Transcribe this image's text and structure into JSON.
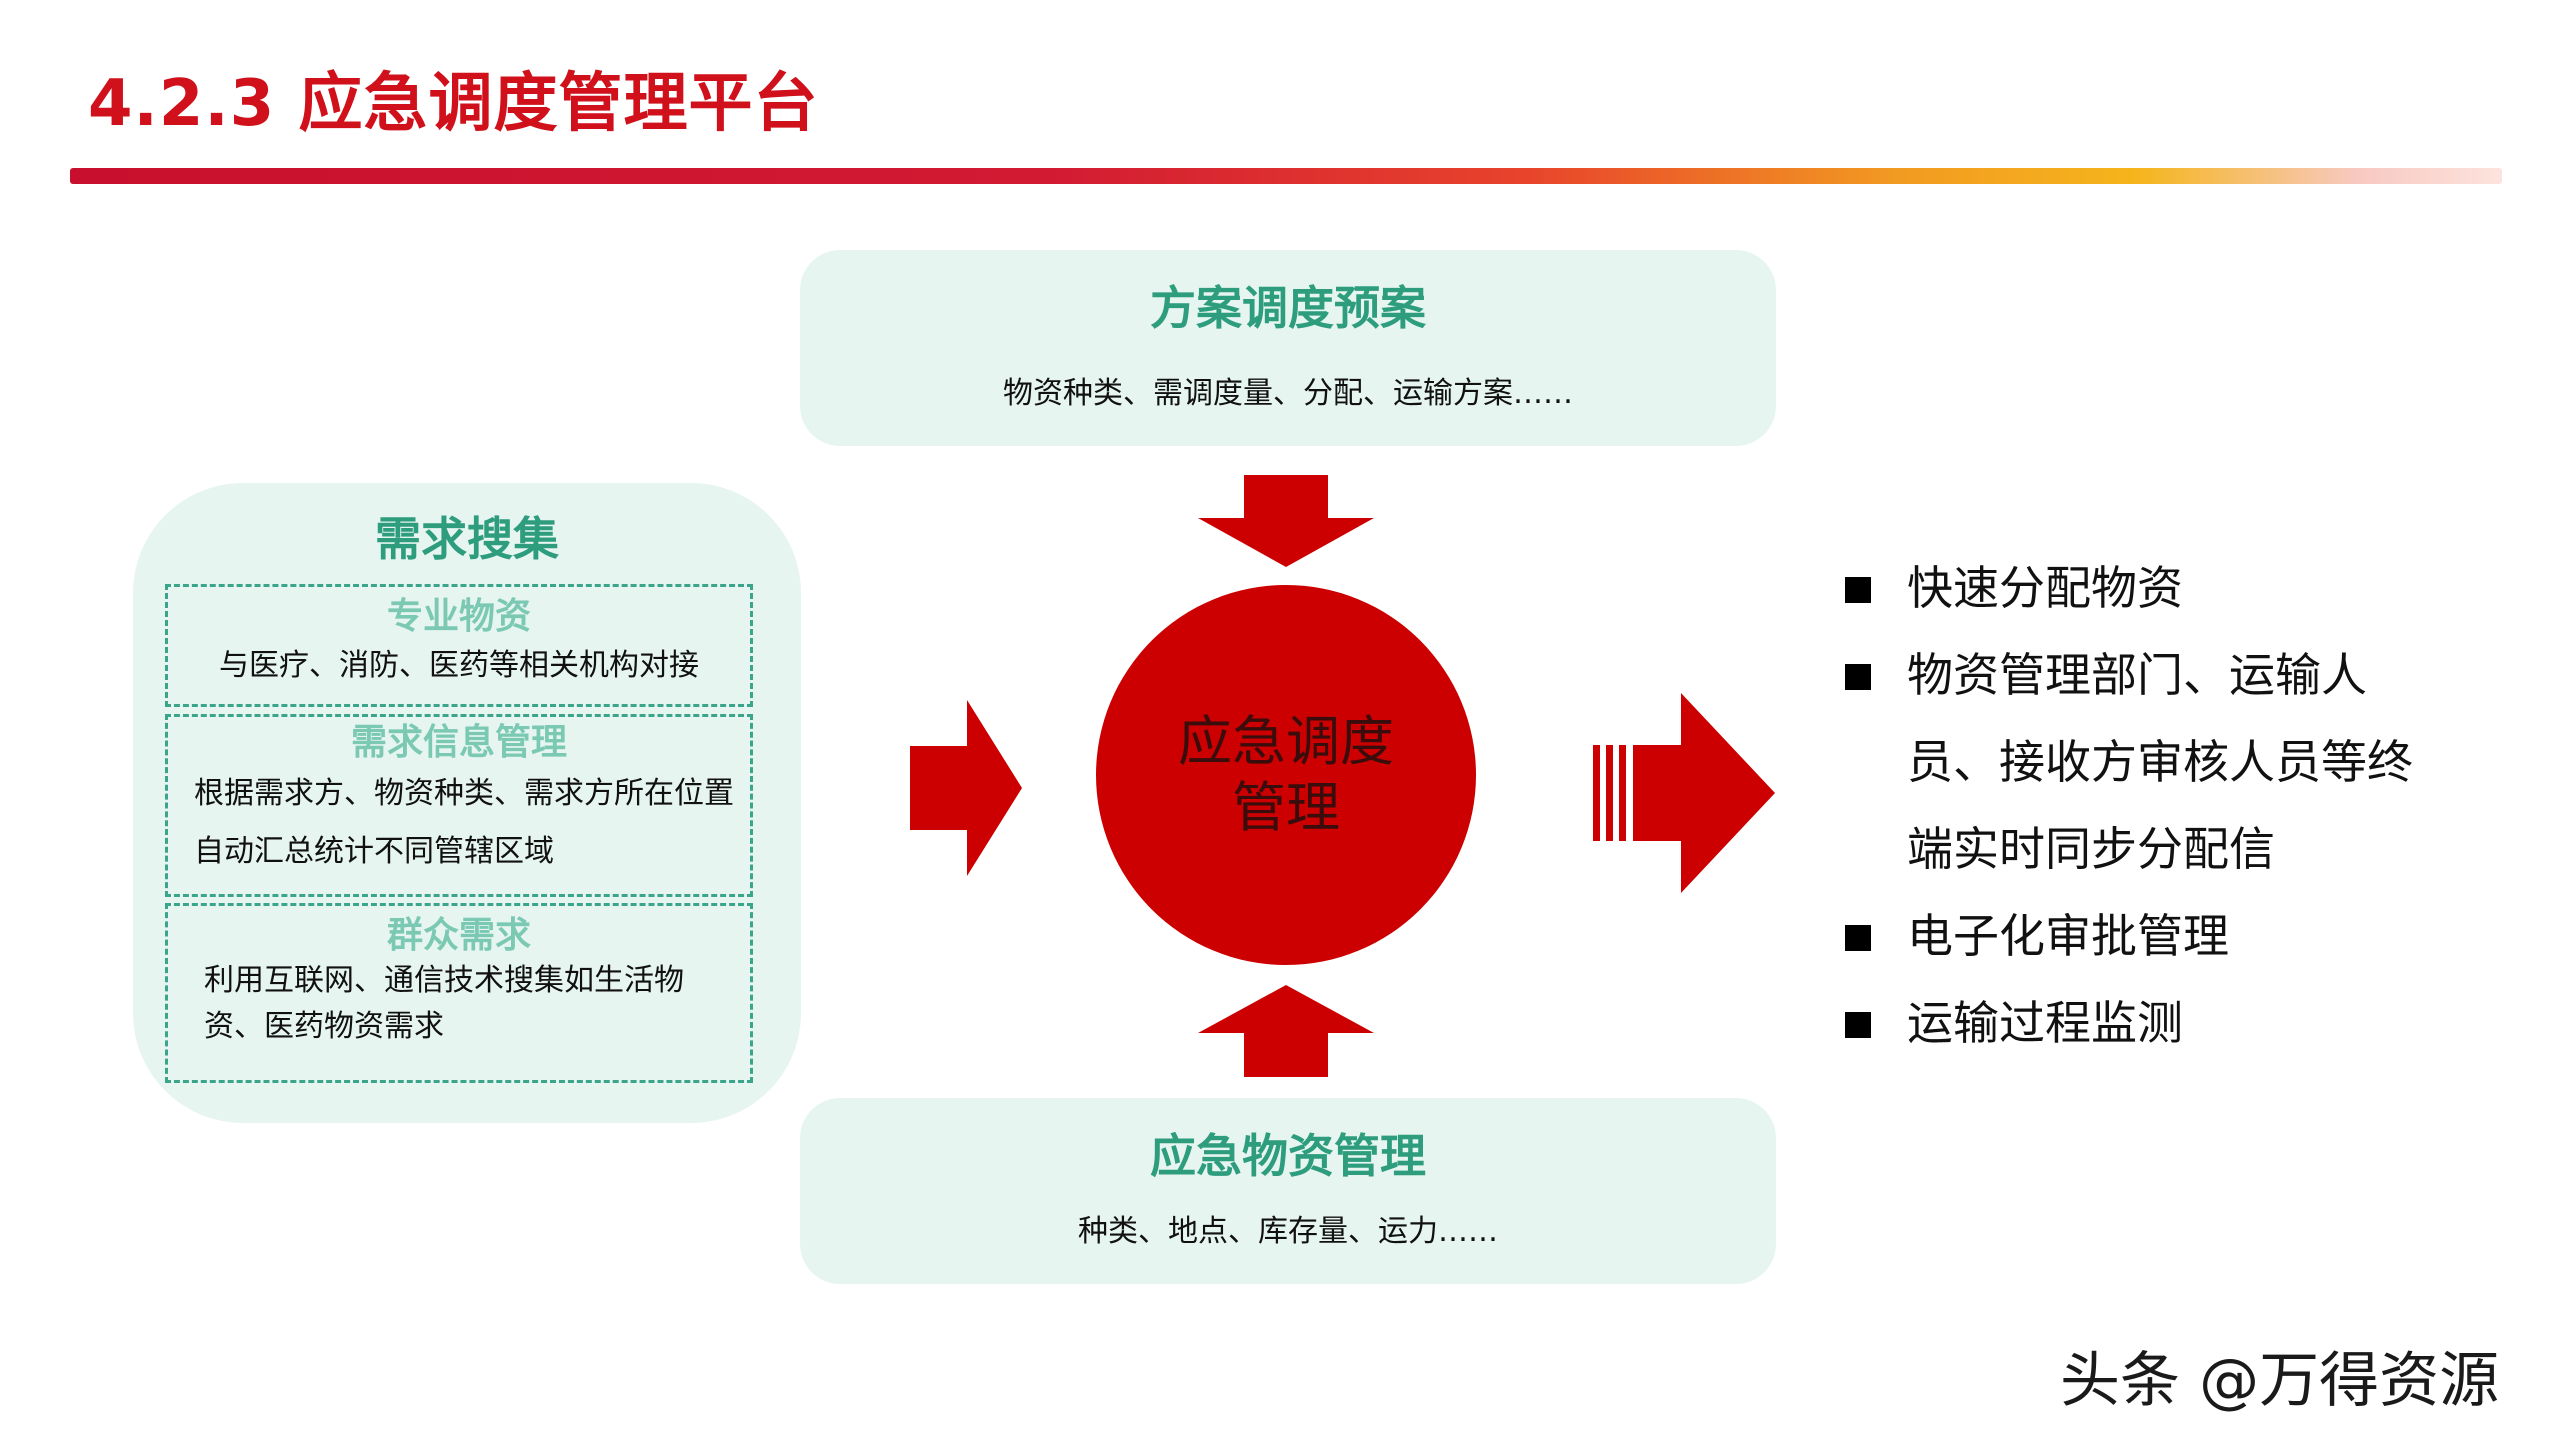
{
  "title": "4.2.3 应急调度管理平台",
  "colors": {
    "accent": "#d0101b",
    "panel": "#e6f5ef",
    "panel_title": "#2e9d7e",
    "circle": "#cc0000"
  },
  "plan": {
    "title": "方案调度预案",
    "subtitle": "物资种类、需调度量、分配、运输方案……"
  },
  "supply": {
    "title": "应急物资管理",
    "subtitle": "种类、地点、库存量、运力……"
  },
  "demand": {
    "title": "需求搜集",
    "boxes": [
      {
        "title": "专业物资",
        "text": "与医疗、消防、医药等相关机构对接"
      },
      {
        "title": "需求信息管理",
        "text": "根据需求方、物资种类、需求方所在位置自动汇总统计不同管辖区域"
      },
      {
        "title": "群众需求",
        "text": "利用互联网、通信技术搜集如生活物资、医药物资需求"
      }
    ]
  },
  "center": {
    "label": "应急调度管理"
  },
  "bullets": [
    "快速分配物资",
    "物资管理部门、运输人员、接收方审核人员等终端实时同步分配信",
    "电子化审批管理",
    "运输过程监测"
  ],
  "watermark": "头条 @万得资源"
}
